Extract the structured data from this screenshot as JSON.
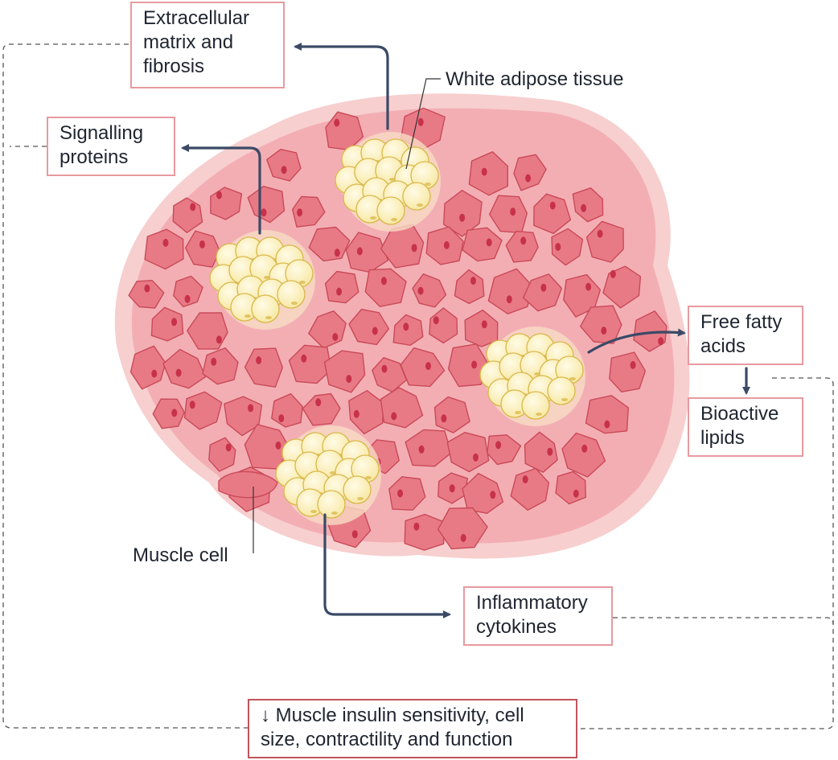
{
  "labels": {
    "extracellular_matrix": [
      "Extracellular",
      "matrix and",
      "fibrosis"
    ],
    "signalling_proteins": [
      "Signalling",
      "proteins"
    ],
    "white_adipose_tissue": "White adipose tissue",
    "free_fatty_acids": [
      "Free fatty",
      "acids"
    ],
    "bioactive_lipids": [
      "Bioactive",
      "lipids"
    ],
    "muscle_cell": "Muscle cell",
    "inflammatory_cytokines": [
      "Inflammatory",
      "cytokines"
    ],
    "outcome": [
      "↓ Muscle insulin sensitivity, cell",
      "size, contractility and function"
    ]
  },
  "colors": {
    "muscle_cell_fill": "#e87a86",
    "muscle_cell_stroke": "#c94a57",
    "tissue_halo": "#f7cfcf",
    "tissue_bg": "#f6b8bd",
    "adipocyte_fill": "#fbefb3",
    "adipocyte_stroke": "#d9b84a",
    "arrow": "#3a4a66",
    "box_border": "#e79a9f",
    "outcome_border": "#c0545b",
    "dashed_line": "#555555"
  }
}
